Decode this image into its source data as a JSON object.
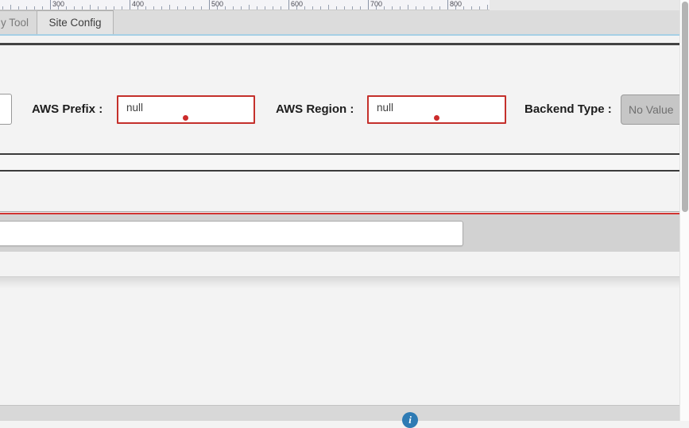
{
  "colors": {
    "accent_blue_line": "#a6cfe5",
    "error_red_border": "#c4302b",
    "error_red_dot": "#cc2b2b",
    "red_divider": "#d23431",
    "dark_divider": "#3b3b3b",
    "info_icon_blue": "#2e7bb4"
  },
  "ruler": {
    "tick_labels": [
      "300",
      "400",
      "500",
      "600",
      "700",
      "800"
    ],
    "start_value": 240,
    "end_value": 850,
    "minor_step": 10,
    "label_step": 100
  },
  "tabs": [
    {
      "label": "y Tool",
      "active": false
    },
    {
      "label": "Site Config",
      "active": true
    }
  ],
  "form": {
    "aws_prefix": {
      "label": "AWS Prefix :",
      "value": "null"
    },
    "aws_region": {
      "label": "AWS Region :",
      "value": "null"
    },
    "backend_type": {
      "label": "Backend Type :",
      "value": "No Value"
    }
  },
  "wide_input": {
    "value": "",
    "placeholder": ""
  },
  "footer": {
    "info_icon_glyph": "i"
  }
}
